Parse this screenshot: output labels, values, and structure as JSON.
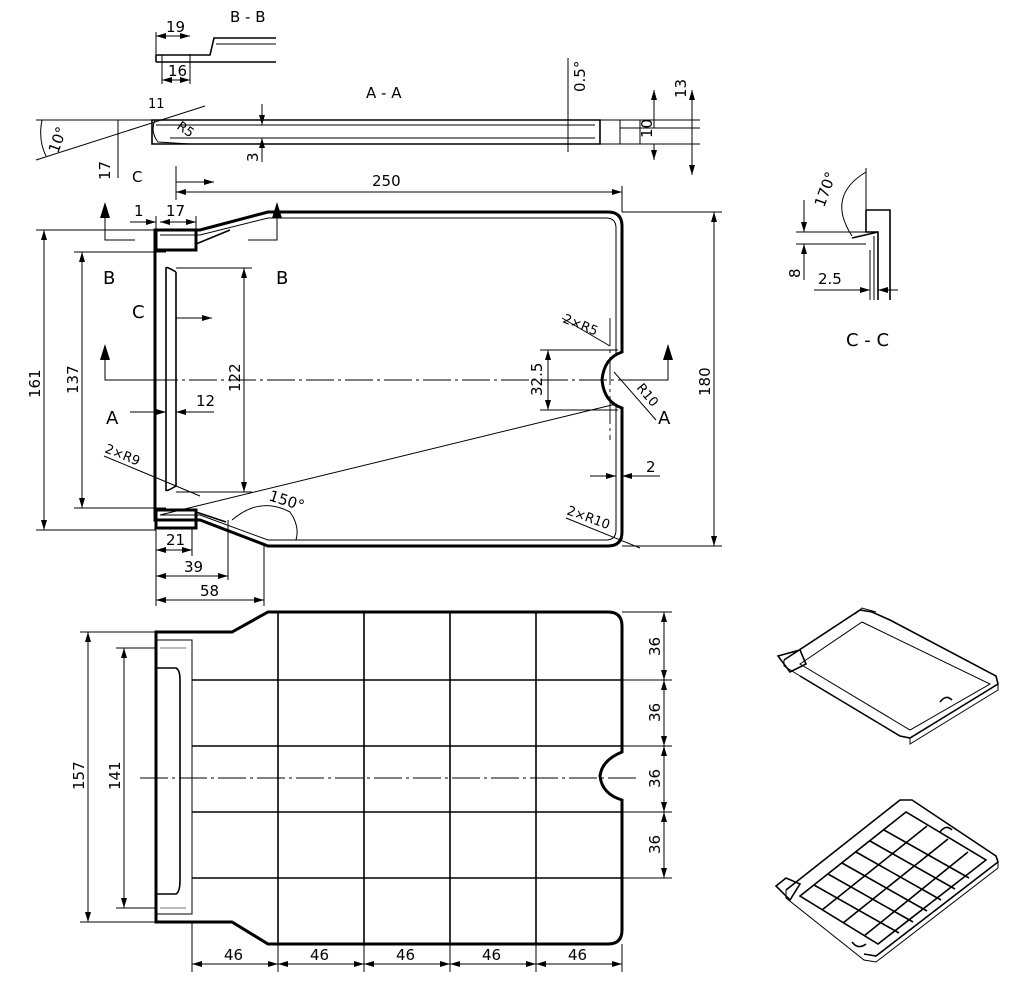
{
  "labels": {
    "section_bb": "B - B",
    "section_aa": "A - A",
    "section_cc": "C - C",
    "cut_b": "B",
    "cut_c": "C",
    "cut_a": "A"
  },
  "dims": {
    "d19": "19",
    "d16": "16",
    "d11": "11",
    "r5": "R5",
    "ang10": "10°",
    "d17a": "17",
    "d3": "3",
    "ang05": "0.5°",
    "d13": "13",
    "d10": "10",
    "d250": "250",
    "d1": "1",
    "d17": "17",
    "d161": "161",
    "d137": "137",
    "d122": "122",
    "d12": "12",
    "r9x2": "2×R9",
    "d21": "21",
    "d39": "39",
    "d58": "58",
    "ang150": "150°",
    "r5x2": "2×R5",
    "d325": "32.5",
    "r10": "R10",
    "d2": "2",
    "r10x2": "2×R10",
    "d180": "180",
    "ang170": "170°",
    "d8": "8",
    "d25": "2.5",
    "d157": "157",
    "d141": "141",
    "d36": "36",
    "d46": "46"
  }
}
